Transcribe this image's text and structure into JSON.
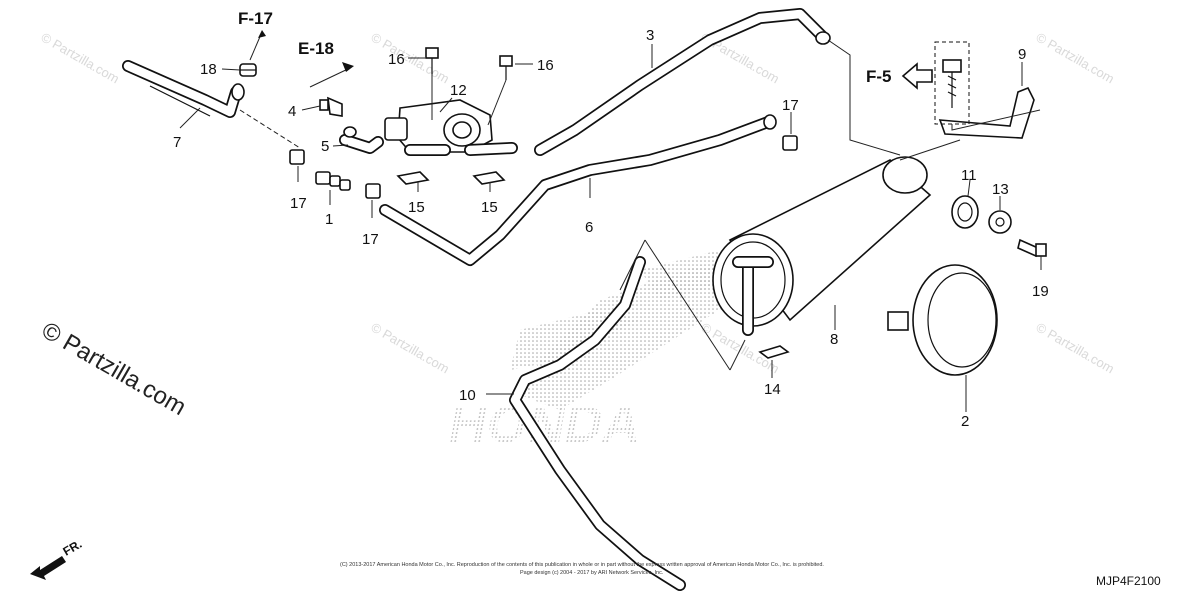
{
  "watermark": {
    "main": "© Partzilla.com",
    "repeat": "© Partzilla.com"
  },
  "copyright_notice": "(C) 2013-2017 American Honda Motor Co., Inc. Reproduction of the contents of this publication in whole or in part without the express written approval of American Honda Motor Co., Inc. is prohibited.",
  "page_design_notice": "Page design (c) 2004 - 2017 by ARI Network Services, Inc.",
  "diagram_code": "MJP4F2100",
  "background_logo": "HONDA",
  "direction_label": "FR.",
  "references": {
    "f17": "F-17",
    "e18": "E-18",
    "f5": "F-5"
  },
  "callouts": {
    "n1": "1",
    "n2": "2",
    "n3": "3",
    "n4": "4",
    "n5": "5",
    "n6": "6",
    "n7": "7",
    "n8": "8",
    "n9": "9",
    "n10": "10",
    "n11": "11",
    "n12": "12",
    "n13": "13",
    "n14": "14",
    "n15a": "15",
    "n15b": "15",
    "n16a": "16",
    "n16b": "16",
    "n17a": "17",
    "n17b": "17",
    "n17c": "17",
    "n18": "18",
    "n19": "19"
  }
}
